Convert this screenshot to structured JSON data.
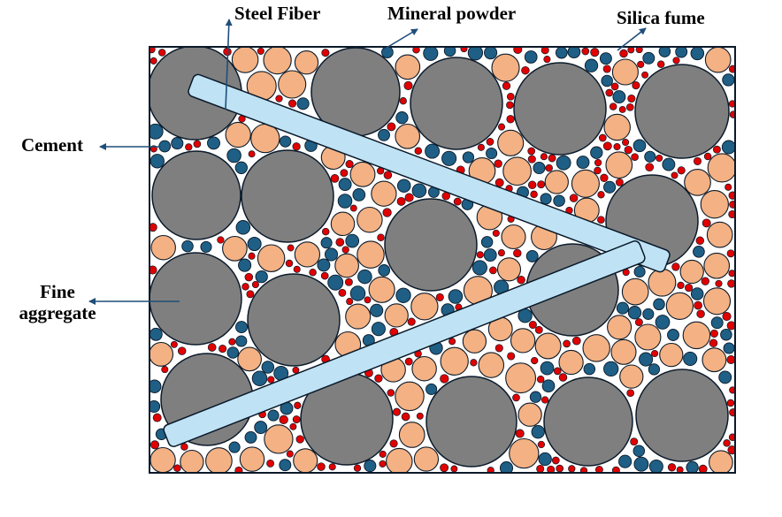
{
  "labels": {
    "steel_fiber": "Steel Fiber",
    "mineral_powder": "Mineral powder",
    "silica_fume": "Silica fume",
    "cement": "Cement",
    "fine_aggregate_line1": "Fine",
    "fine_aggregate_line2": "aggregate"
  },
  "colors": {
    "fine_aggregate": "#7f7f7f",
    "cement": "#f4b183",
    "mineral_powder": "#1f5f86",
    "silica_fume": "#e00000",
    "steel_fiber": "#bfe3f5",
    "outline": "#0b1a2a",
    "arrow": "#1f4e79"
  }
}
